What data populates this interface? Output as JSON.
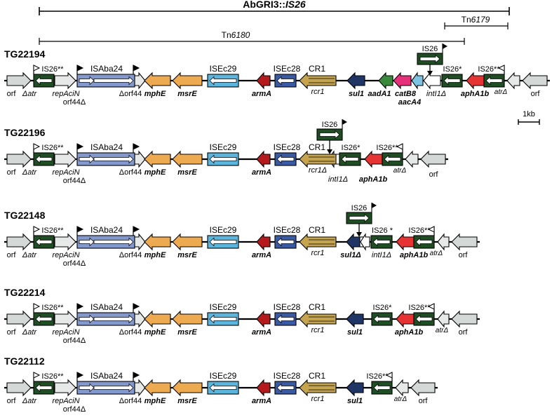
{
  "scale": {
    "title_prefix": "AbGRI3::",
    "title_suffix": "IS26",
    "tn6179_prefix": "Tn",
    "tn6179_number": "6179",
    "tn6180_prefix": "Tn",
    "tn6180_number": "6180",
    "kb_label": "1kb"
  },
  "colors": {
    "gray": "#d4d8d6",
    "is26": "#1f4d24",
    "isaba24": "#8398cd",
    "orange": "#eeaa50",
    "isec29": "#5bb5dd",
    "armA": "#b51a1c",
    "isec28": "#3a5aa4",
    "cr1": "#c5a450",
    "sul1": "#1f3566",
    "aadA1": "#3a8a3d",
    "catB8": "#e5307a",
    "aacA4": "#7fc3e3",
    "aphA1b": "#e63333",
    "white": "#ffffff"
  },
  "strains": [
    {
      "name": "TG22194",
      "labels": {
        "orf_left": "orf",
        "delta_atr": "Δatr",
        "is26_left": "IS26**",
        "repAciN": "repAciN",
        "orf44": "orf44Δ",
        "isaba24": "ISAba24",
        "delta_orf44": "Δorf44",
        "mphE": "mphE",
        "msrE": "msrE",
        "isec29": "ISEc29",
        "armA": "armA",
        "isec28": "ISEc28",
        "cr1": "CR1",
        "rcr1": "rcr1",
        "sul1": "sul1",
        "aadA1": "aadA1",
        "catB8": "catB8",
        "aacA4": "aacA4",
        "intI1": "intI1Δ",
        "is26_mid": "IS26*",
        "is26_ins": "IS26",
        "aphA1b": "aphA1b",
        "is26_right": "IS26**",
        "atr_right": "atrΔ",
        "orf_right": "orf"
      }
    },
    {
      "name": "TG22196",
      "labels": {
        "orf_left": "orf",
        "delta_atr": "Δatr",
        "is26_left": "IS26**",
        "repAciN": "repAciN",
        "orf44": "orf44Δ",
        "isaba24": "ISAba24",
        "delta_orf44": "Δorf44",
        "mphE": "mphE",
        "msrE": "msrE",
        "isec29": "ISEc29",
        "armA": "armA",
        "isec28": "ISEc28",
        "cr1": "CR1",
        "rcr1": "rcr1Δ",
        "intI1": "intI1Δ",
        "is26_mid": "IS26*",
        "is26_ins": "IS26",
        "aphA1b": "aphA1b",
        "is26_right": "IS26**",
        "atr_right": "atrΔ",
        "orf_right": "orf"
      }
    },
    {
      "name": "TG22148",
      "labels": {
        "orf_left": "orf",
        "delta_atr": "Δatr",
        "is26_left": "IS26**",
        "repAciN": "repAciN",
        "orf44": "orf44Δ",
        "isaba24": "ISAba24",
        "delta_orf44": "Δorf44",
        "mphE": "mphE",
        "msrE": "msrE",
        "isec29": "ISEc29",
        "armA": "armA",
        "isec28": "ISEc28",
        "cr1": "CR1",
        "rcr1": "rcr1",
        "sul1": "sul1Δ",
        "intI1": "intI1Δ",
        "is26_mid": "IS26 *",
        "is26_ins": "IS26",
        "aphA1b": "aphA1b",
        "is26_right": "IS26**",
        "atr_right": "atrΔ",
        "orf_right": "orf"
      }
    },
    {
      "name": "TG22214",
      "labels": {
        "orf_left": "orf",
        "delta_atr": "Δatr",
        "is26_left": "IS26**",
        "repAciN": "repAciN",
        "orf44": "orf44Δ",
        "isaba24": "ISAba24",
        "delta_orf44": "Δorf44",
        "mphE": "mphE",
        "msrE": "msrE",
        "isec29": "ISEc29",
        "armA": "armA",
        "isec28": "ISEc28",
        "cr1": "CR1",
        "rcr1": "rcr1",
        "sul1": "sul1",
        "is26_mid": "IS26*",
        "aphA1b": "aphA1b",
        "is26_right": "IS26**",
        "atr_right": "atrΔ",
        "orf_right": "orf"
      }
    },
    {
      "name": "TG22112",
      "labels": {
        "orf_left": "orf",
        "delta_atr": "Δatr",
        "is26_left": "IS26**",
        "repAciN": "repAciN",
        "orf44": "orf44Δ",
        "isaba24": "ISAba24",
        "delta_orf44": "Δorf44",
        "mphE": "mphE",
        "msrE": "msrE",
        "isec29": "ISEc29",
        "armA": "armA",
        "isec28": "ISEc28",
        "cr1": "CR1",
        "rcr1": "rcr1",
        "sul1": "sul1",
        "is26_right": "IS26**",
        "atr_right": "atrΔ",
        "orf_right": "orf"
      }
    }
  ]
}
